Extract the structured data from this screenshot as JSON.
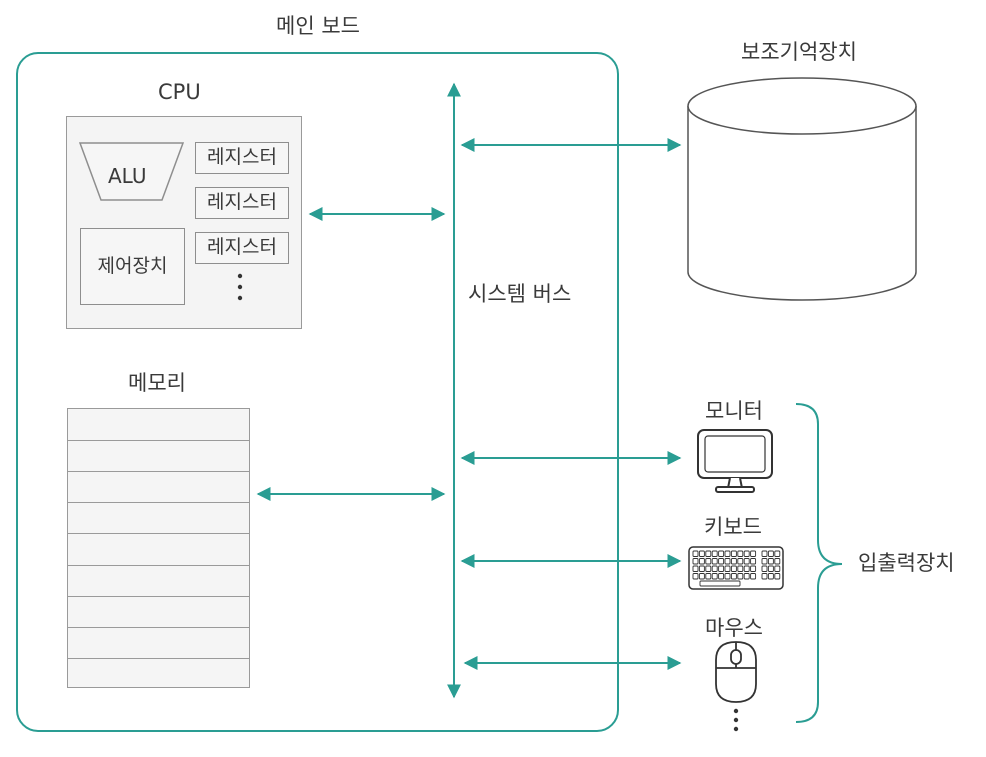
{
  "labels": {
    "mainboard": "메인 보드",
    "cpu": "CPU",
    "alu": "ALU",
    "register": "레지스터",
    "control_unit": "제어장치",
    "memory": "메모리",
    "system_bus": "시스템 버스",
    "storage": "보조기억장치",
    "monitor": "모니터",
    "keyboard": "키보드",
    "mouse": "마우스",
    "io_devices": "입출력장치"
  },
  "colors": {
    "accent": "#2a9d93",
    "box_border": "#9a9a9a",
    "box_fill": "#f4f4f4"
  },
  "memory_rows": 9,
  "icons": [
    "cylinder-icon",
    "monitor-icon",
    "keyboard-icon",
    "mouse-icon",
    "ellipsis-icon",
    "brace-icon"
  ]
}
